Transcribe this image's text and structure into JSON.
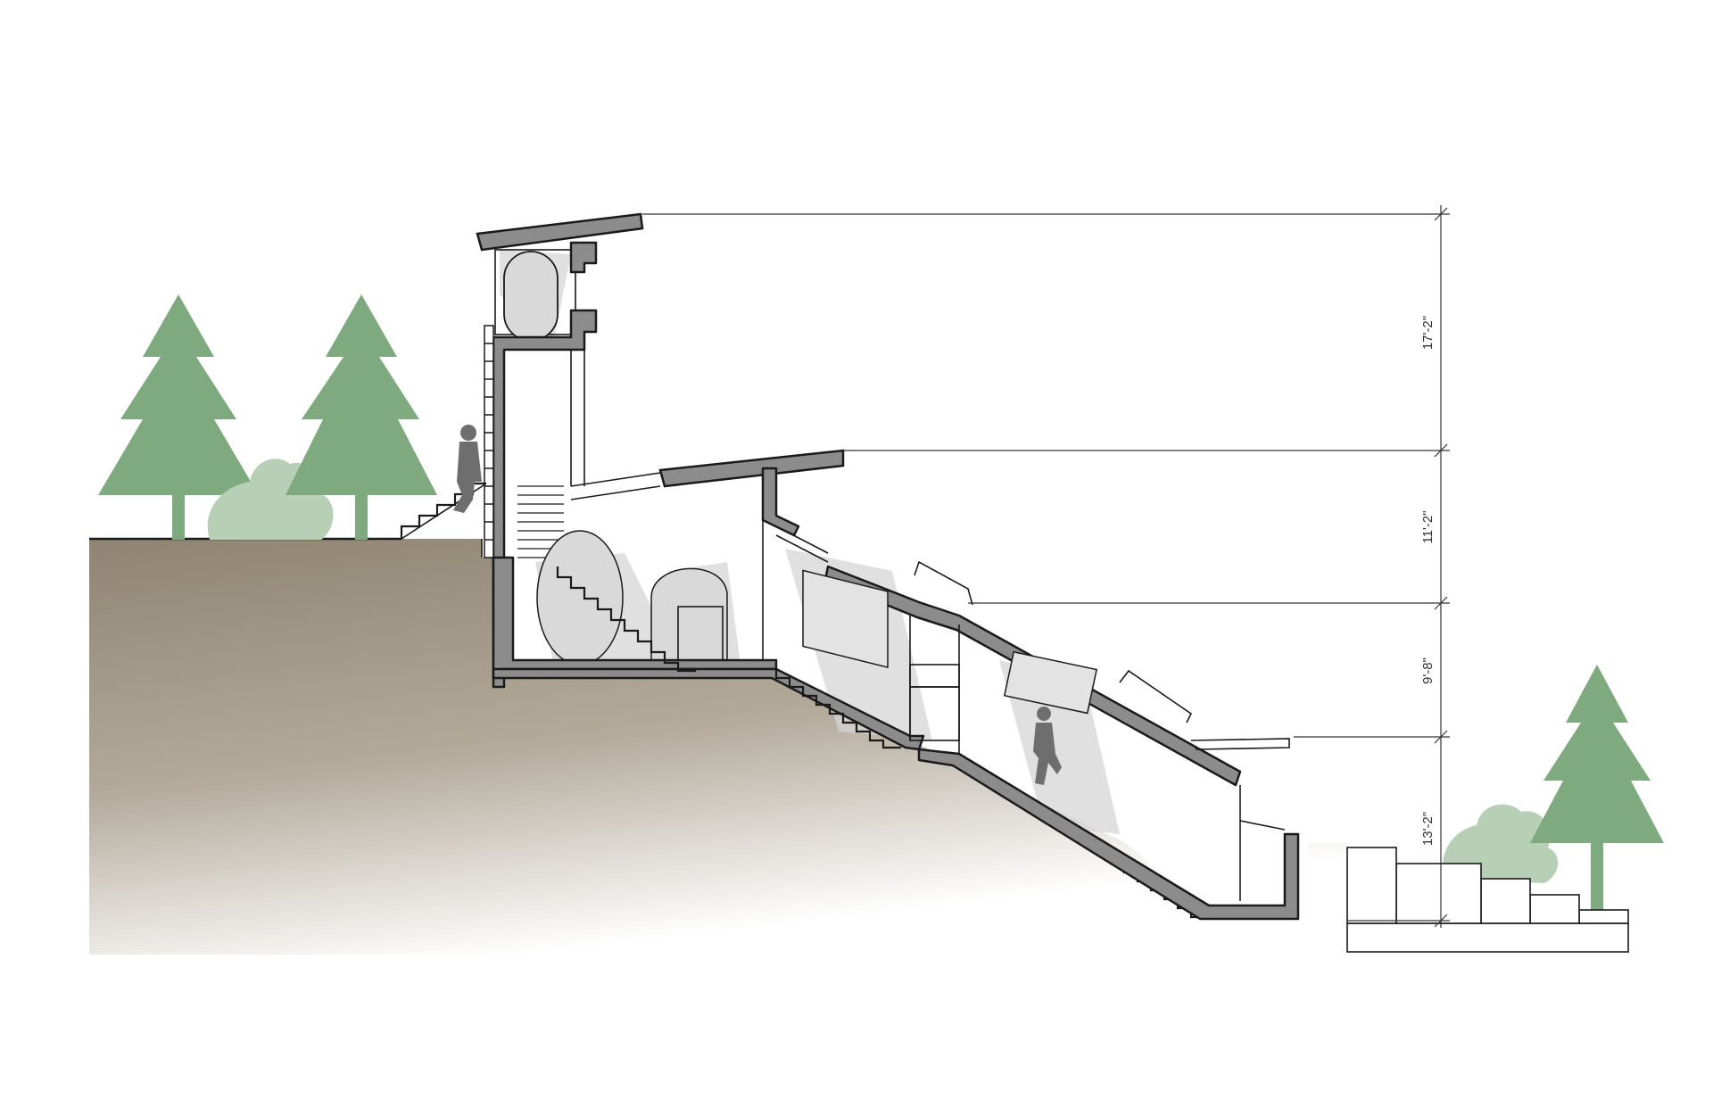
{
  "drawing": {
    "type": "building-section",
    "dimensions": [
      {
        "id": "dim-upper",
        "label": "17'-2\""
      },
      {
        "id": "dim-mid",
        "label": "11'-2\""
      },
      {
        "id": "dim-lower",
        "label": "9'-8\""
      },
      {
        "id": "dim-base",
        "label": "13'-2\""
      }
    ],
    "colors": {
      "tree": "#7fa97f",
      "shrub": "#b7cfb5",
      "earth_dark": "#8f8471",
      "earth_light": "#ffffff",
      "wall_fill": "#8c8c8c",
      "line": "#1a1a1a",
      "light_wash": "#d6d6d6",
      "figure": "#6e6e6e"
    }
  }
}
